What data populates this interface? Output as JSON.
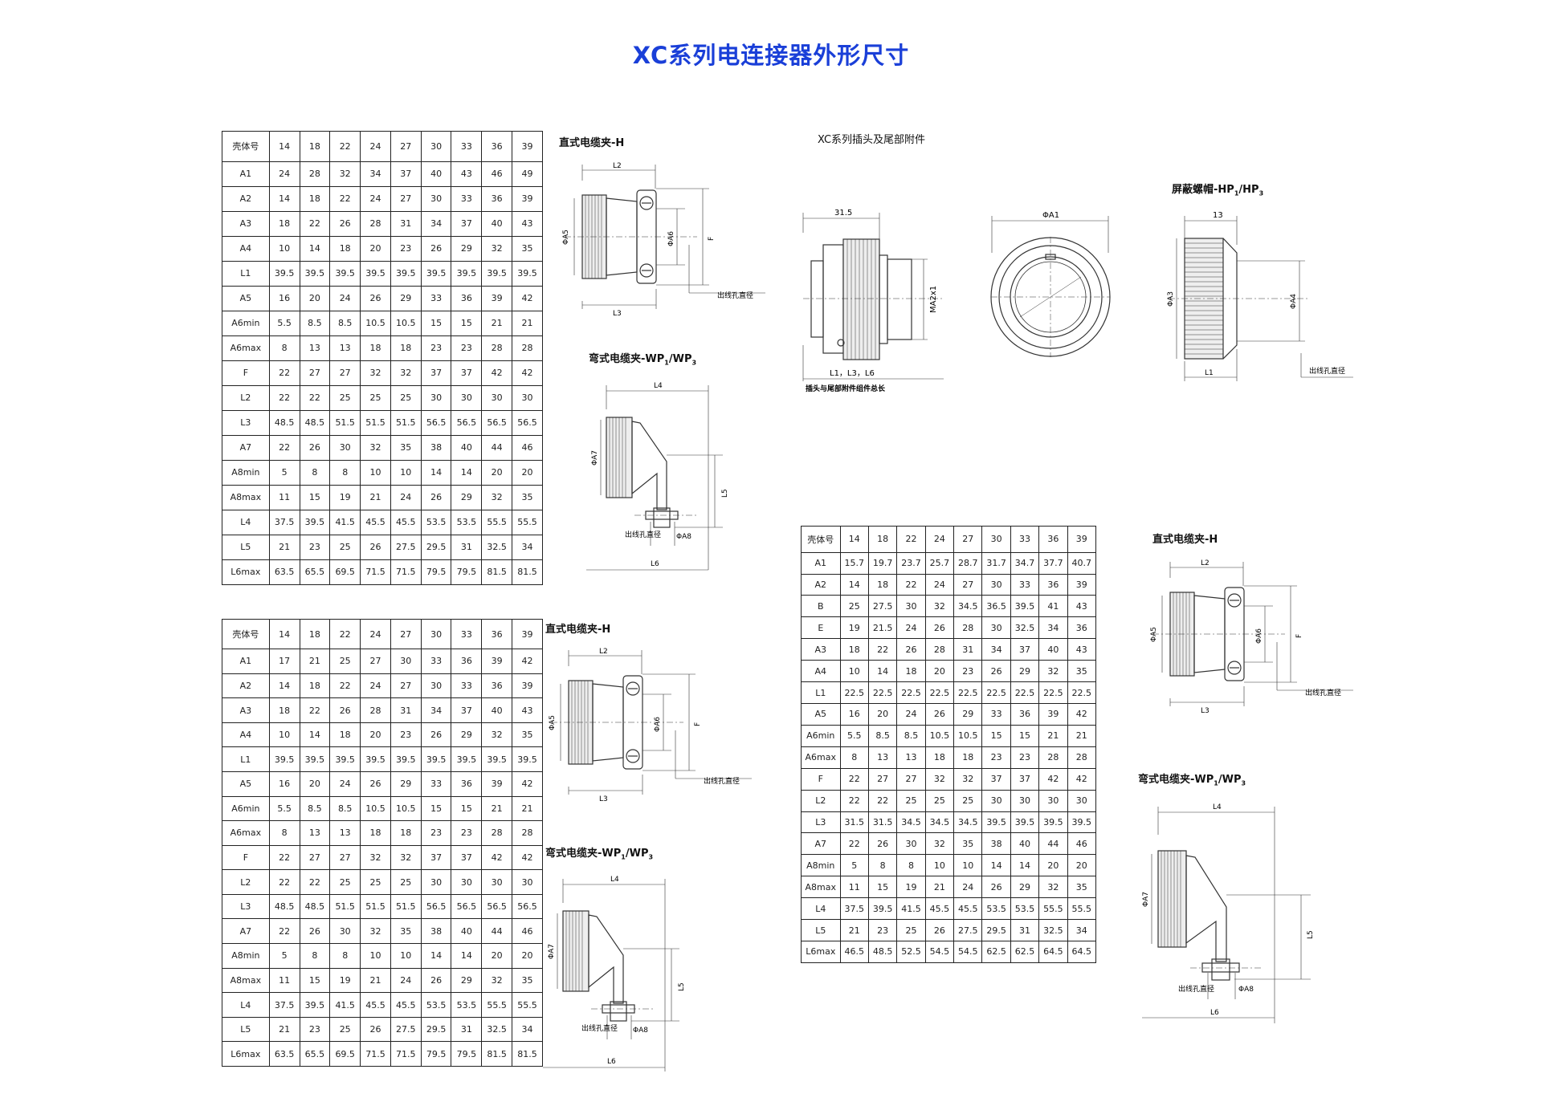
{
  "title": "XC系列电连接器外形尺寸",
  "tables": [
    {
      "header": [
        "壳体号",
        "14",
        "18",
        "22",
        "24",
        "27",
        "30",
        "33",
        "36",
        "39"
      ],
      "rows": [
        [
          "A1",
          "24",
          "28",
          "32",
          "34",
          "37",
          "40",
          "43",
          "46",
          "49"
        ],
        [
          "A2",
          "14",
          "18",
          "22",
          "24",
          "27",
          "30",
          "33",
          "36",
          "39"
        ],
        [
          "A3",
          "18",
          "22",
          "26",
          "28",
          "31",
          "34",
          "37",
          "40",
          "43"
        ],
        [
          "A4",
          "10",
          "14",
          "18",
          "20",
          "23",
          "26",
          "29",
          "32",
          "35"
        ],
        [
          "L1",
          "39.5",
          "39.5",
          "39.5",
          "39.5",
          "39.5",
          "39.5",
          "39.5",
          "39.5",
          "39.5"
        ],
        [
          "A5",
          "16",
          "20",
          "24",
          "26",
          "29",
          "33",
          "36",
          "39",
          "42"
        ],
        [
          "A6min",
          "5.5",
          "8.5",
          "8.5",
          "10.5",
          "10.5",
          "15",
          "15",
          "21",
          "21"
        ],
        [
          "A6max",
          "8",
          "13",
          "13",
          "18",
          "18",
          "23",
          "23",
          "28",
          "28"
        ],
        [
          "F",
          "22",
          "27",
          "27",
          "32",
          "32",
          "37",
          "37",
          "42",
          "42"
        ],
        [
          "L2",
          "22",
          "22",
          "25",
          "25",
          "25",
          "30",
          "30",
          "30",
          "30"
        ],
        [
          "L3",
          "48.5",
          "48.5",
          "51.5",
          "51.5",
          "51.5",
          "56.5",
          "56.5",
          "56.5",
          "56.5"
        ],
        [
          "A7",
          "22",
          "26",
          "30",
          "32",
          "35",
          "38",
          "40",
          "44",
          "46"
        ],
        [
          "A8min",
          "5",
          "8",
          "8",
          "10",
          "10",
          "14",
          "14",
          "20",
          "20"
        ],
        [
          "A8max",
          "11",
          "15",
          "19",
          "21",
          "24",
          "26",
          "29",
          "32",
          "35"
        ],
        [
          "L4",
          "37.5",
          "39.5",
          "41.5",
          "45.5",
          "45.5",
          "53.5",
          "53.5",
          "55.5",
          "55.5"
        ],
        [
          "L5",
          "21",
          "23",
          "25",
          "26",
          "27.5",
          "29.5",
          "31",
          "32.5",
          "34"
        ],
        [
          "L6max",
          "63.5",
          "65.5",
          "69.5",
          "71.5",
          "71.5",
          "79.5",
          "79.5",
          "81.5",
          "81.5"
        ]
      ]
    },
    {
      "header": [
        "壳体号",
        "14",
        "18",
        "22",
        "24",
        "27",
        "30",
        "33",
        "36",
        "39"
      ],
      "rows": [
        [
          "A1",
          "17",
          "21",
          "25",
          "27",
          "30",
          "33",
          "36",
          "39",
          "42"
        ],
        [
          "A2",
          "14",
          "18",
          "22",
          "24",
          "27",
          "30",
          "33",
          "36",
          "39"
        ],
        [
          "A3",
          "18",
          "22",
          "26",
          "28",
          "31",
          "34",
          "37",
          "40",
          "43"
        ],
        [
          "A4",
          "10",
          "14",
          "18",
          "20",
          "23",
          "26",
          "29",
          "32",
          "35"
        ],
        [
          "L1",
          "39.5",
          "39.5",
          "39.5",
          "39.5",
          "39.5",
          "39.5",
          "39.5",
          "39.5",
          "39.5"
        ],
        [
          "A5",
          "16",
          "20",
          "24",
          "26",
          "29",
          "33",
          "36",
          "39",
          "42"
        ],
        [
          "A6min",
          "5.5",
          "8.5",
          "8.5",
          "10.5",
          "10.5",
          "15",
          "15",
          "21",
          "21"
        ],
        [
          "A6max",
          "8",
          "13",
          "13",
          "18",
          "18",
          "23",
          "23",
          "28",
          "28"
        ],
        [
          "F",
          "22",
          "27",
          "27",
          "32",
          "32",
          "37",
          "37",
          "42",
          "42"
        ],
        [
          "L2",
          "22",
          "22",
          "25",
          "25",
          "25",
          "30",
          "30",
          "30",
          "30"
        ],
        [
          "L3",
          "48.5",
          "48.5",
          "51.5",
          "51.5",
          "51.5",
          "56.5",
          "56.5",
          "56.5",
          "56.5"
        ],
        [
          "A7",
          "22",
          "26",
          "30",
          "32",
          "35",
          "38",
          "40",
          "44",
          "46"
        ],
        [
          "A8min",
          "5",
          "8",
          "8",
          "10",
          "10",
          "14",
          "14",
          "20",
          "20"
        ],
        [
          "A8max",
          "11",
          "15",
          "19",
          "21",
          "24",
          "26",
          "29",
          "32",
          "35"
        ],
        [
          "L4",
          "37.5",
          "39.5",
          "41.5",
          "45.5",
          "45.5",
          "53.5",
          "53.5",
          "55.5",
          "55.5"
        ],
        [
          "L5",
          "21",
          "23",
          "25",
          "26",
          "27.5",
          "29.5",
          "31",
          "32.5",
          "34"
        ],
        [
          "L6max",
          "63.5",
          "65.5",
          "69.5",
          "71.5",
          "71.5",
          "79.5",
          "79.5",
          "81.5",
          "81.5"
        ]
      ]
    },
    {
      "header": [
        "壳体号",
        "14",
        "18",
        "22",
        "24",
        "27",
        "30",
        "33",
        "36",
        "39"
      ],
      "rows": [
        [
          "A1",
          "15.7",
          "19.7",
          "23.7",
          "25.7",
          "28.7",
          "31.7",
          "34.7",
          "37.7",
          "40.7"
        ],
        [
          "A2",
          "14",
          "18",
          "22",
          "24",
          "27",
          "30",
          "33",
          "36",
          "39"
        ],
        [
          "B",
          "25",
          "27.5",
          "30",
          "32",
          "34.5",
          "36.5",
          "39.5",
          "41",
          "43"
        ],
        [
          "E",
          "19",
          "21.5",
          "24",
          "26",
          "28",
          "30",
          "32.5",
          "34",
          "36"
        ],
        [
          "A3",
          "18",
          "22",
          "26",
          "28",
          "31",
          "34",
          "37",
          "40",
          "43"
        ],
        [
          "A4",
          "10",
          "14",
          "18",
          "20",
          "23",
          "26",
          "29",
          "32",
          "35"
        ],
        [
          "L1",
          "22.5",
          "22.5",
          "22.5",
          "22.5",
          "22.5",
          "22.5",
          "22.5",
          "22.5",
          "22.5"
        ],
        [
          "A5",
          "16",
          "20",
          "24",
          "26",
          "29",
          "33",
          "36",
          "39",
          "42"
        ],
        [
          "A6min",
          "5.5",
          "8.5",
          "8.5",
          "10.5",
          "10.5",
          "15",
          "15",
          "21",
          "21"
        ],
        [
          "A6max",
          "8",
          "13",
          "13",
          "18",
          "18",
          "23",
          "23",
          "28",
          "28"
        ],
        [
          "F",
          "22",
          "27",
          "27",
          "32",
          "32",
          "37",
          "37",
          "42",
          "42"
        ],
        [
          "L2",
          "22",
          "22",
          "25",
          "25",
          "25",
          "30",
          "30",
          "30",
          "30"
        ],
        [
          "L3",
          "31.5",
          "31.5",
          "34.5",
          "34.5",
          "34.5",
          "39.5",
          "39.5",
          "39.5",
          "39.5"
        ],
        [
          "A7",
          "22",
          "26",
          "30",
          "32",
          "35",
          "38",
          "40",
          "44",
          "46"
        ],
        [
          "A8min",
          "5",
          "8",
          "8",
          "10",
          "10",
          "14",
          "14",
          "20",
          "20"
        ],
        [
          "A8max",
          "11",
          "15",
          "19",
          "21",
          "24",
          "26",
          "29",
          "32",
          "35"
        ],
        [
          "L4",
          "37.5",
          "39.5",
          "41.5",
          "45.5",
          "45.5",
          "53.5",
          "53.5",
          "55.5",
          "55.5"
        ],
        [
          "L5",
          "21",
          "23",
          "25",
          "26",
          "27.5",
          "29.5",
          "31",
          "32.5",
          "34"
        ],
        [
          "L6max",
          "46.5",
          "48.5",
          "52.5",
          "54.5",
          "54.5",
          "62.5",
          "62.5",
          "64.5",
          "64.5"
        ]
      ]
    }
  ],
  "captions": {
    "straight_clamp_main": "直式电缆夹",
    "straight_clamp_code": "-H",
    "bent_clamp_main": "弯式电缆夹",
    "bent_clamp_code": "-WP",
    "bent_clamp_sep": "/WP",
    "sub1": "1",
    "sub3": "3",
    "plug_title": "XC系列插头及尾部附件",
    "shield_main": "屏蔽螺帽",
    "shield_code": "-HP",
    "shield_sep": "/HP"
  },
  "dims": {
    "L1": "L1",
    "L2": "L2",
    "L3": "L3",
    "L4": "L4",
    "L5": "L5",
    "L6": "L6",
    "PA1": "ΦA1",
    "PA3": "ΦA3",
    "PA4": "ΦA4",
    "PA5": "ΦA5",
    "PA6": "ΦA6",
    "PA7": "ΦA7",
    "PA8": "ΦA8",
    "F": "F",
    "outlet": "出线孔直径",
    "d315": "31.5",
    "d13": "13",
    "ma2x1": "MA2x1",
    "l136": "L1，L3，L6",
    "total": "插头与尾部附件组件总长"
  }
}
